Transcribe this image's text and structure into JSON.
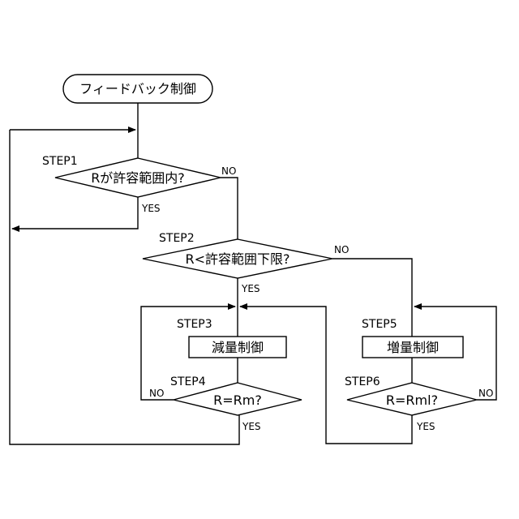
{
  "flowchart": {
    "start": {
      "label": "フィードバック制御"
    },
    "step1": {
      "step": "STEP1",
      "label": "Rが許容範囲内?",
      "yes": "YES",
      "no": "NO"
    },
    "step2": {
      "step": "STEP2",
      "label": "R<許容範囲下限?",
      "yes": "YES",
      "no": "NO"
    },
    "step3": {
      "step": "STEP3",
      "label": "減量制御"
    },
    "step4": {
      "step": "STEP4",
      "label": "R=Rm?",
      "yes": "YES",
      "no": "NO"
    },
    "step5": {
      "step": "STEP5",
      "label": "増量制御"
    },
    "step6": {
      "step": "STEP6",
      "label": "R=Rml?",
      "yes": "YES",
      "no": "NO"
    }
  }
}
